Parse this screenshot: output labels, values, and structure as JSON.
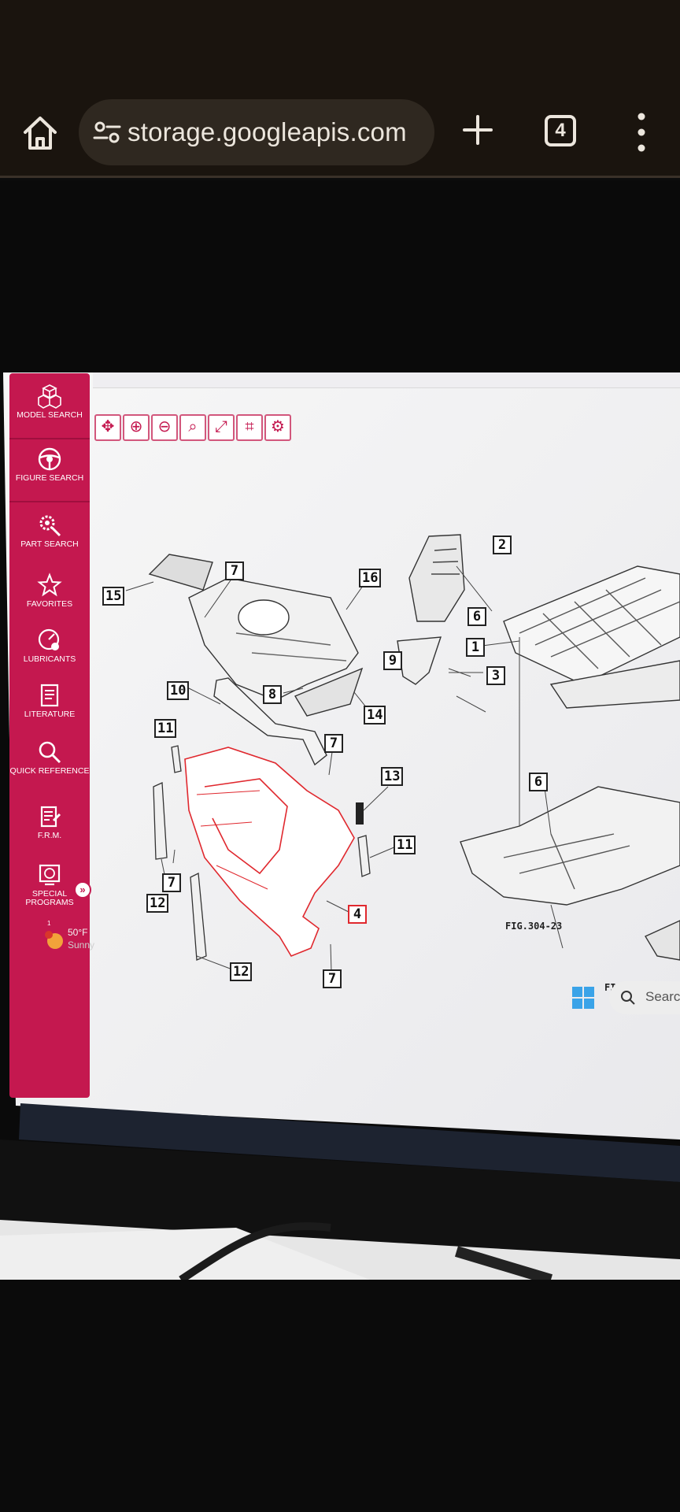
{
  "browser": {
    "url": "storage.googleapis.com",
    "tab_count": "4"
  },
  "sidebar": {
    "items": [
      {
        "label": "MODEL SEARCH",
        "icon": "cubes-icon"
      },
      {
        "label": "FIGURE SEARCH",
        "icon": "steering-wheel-icon"
      },
      {
        "label": "PART SEARCH",
        "icon": "gear-search-icon"
      },
      {
        "label": "FAVORITES",
        "icon": "star-icon"
      },
      {
        "label": "LUBRICANTS",
        "icon": "gauge-icon"
      },
      {
        "label": "LITERATURE",
        "icon": "document-icon"
      },
      {
        "label": "QUICK REFERENCE",
        "icon": "magnifier-icon"
      },
      {
        "label": "F.R.M.",
        "icon": "notepad-icon"
      },
      {
        "label": "SPECIAL PROGRAMS",
        "icon": "cd-icon"
      }
    ],
    "expand_label": "»"
  },
  "diagram": {
    "callouts": [
      "2",
      "6",
      "16",
      "7",
      "15",
      "1",
      "9",
      "3",
      "10",
      "8",
      "14",
      "11",
      "7",
      "13",
      "6",
      "7",
      "11",
      "12",
      "4",
      "12",
      "7"
    ],
    "fig_refs": [
      "FIG.304-23",
      "FIG.304-20"
    ]
  },
  "taskbar": {
    "temp": "50°F",
    "weather": "Sunny",
    "weather_badge": "1",
    "search_placeholder": "Searc"
  },
  "colors": {
    "accent": "#c4184f",
    "highlight_part": "#e0282e",
    "chrome_bg": "#1a140e"
  }
}
